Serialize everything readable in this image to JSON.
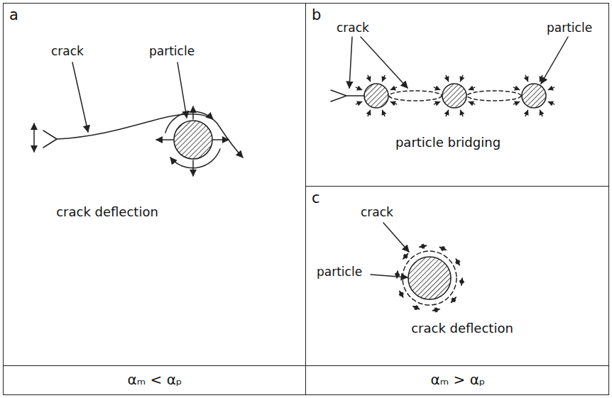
{
  "diagram": {
    "nodes": [
      {
        "text": [
          "a",
          "crack deflection"
        ]
      },
      {
        "text": [
          "b",
          "particle bridging"
        ]
      },
      {
        "text": [
          "c",
          "crack deflection"
        ]
      },
      {
        "text": [
          "αₘ < αₚ"
        ]
      },
      {
        "text": [
          "αₘ > αₚ"
        ]
      }
    ],
    "labels": [
      "crack",
      "particle",
      "crack",
      "particle",
      "crack",
      "particle"
    ]
  }
}
